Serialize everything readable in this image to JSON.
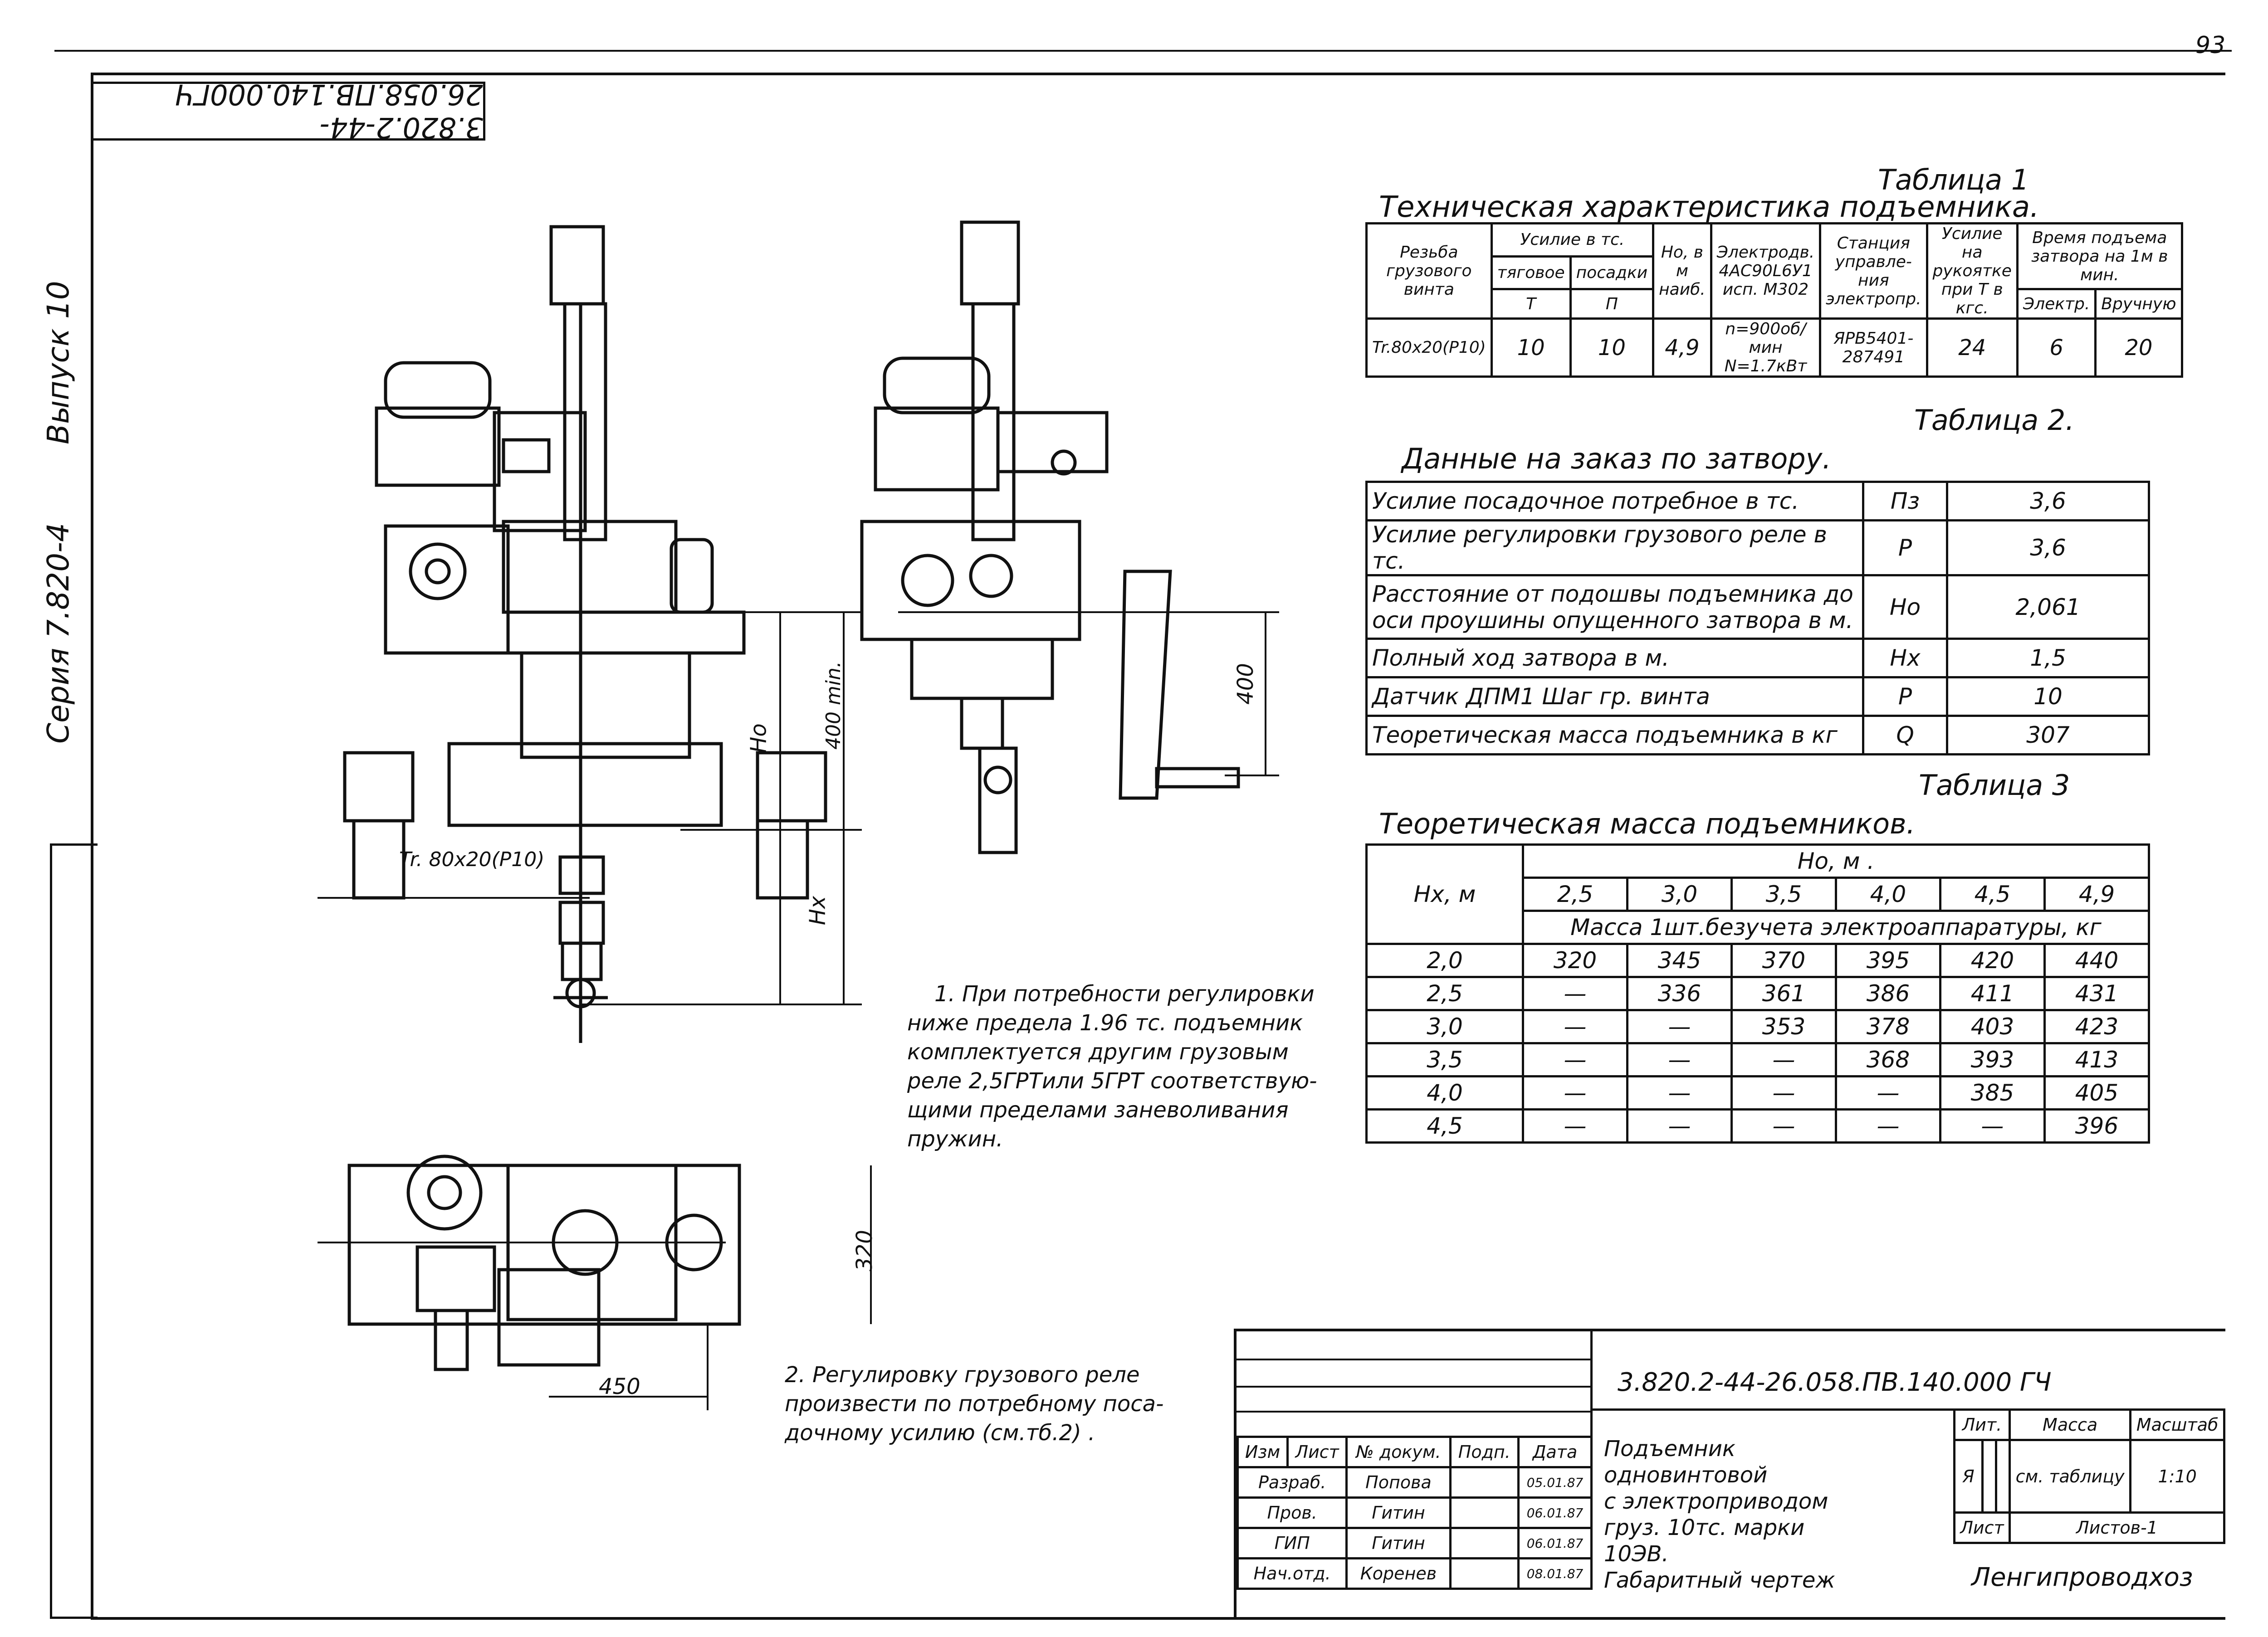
{
  "page_number": "93",
  "drawing_code_rotated": "3.820.2-44-26.058.ПВ.140.000ГЧ",
  "side_labels": {
    "series": "Серия 7.820-4",
    "issue": "Выпуск 10"
  },
  "dimensions": {
    "thread": "Tr. 80x20(P10)",
    "Ho": "Ho",
    "Hx": "Hx",
    "min400": "400 min.",
    "d400": "400",
    "d320": "320",
    "d450": "450"
  },
  "table1": {
    "number_label": "Таблица 1",
    "title": "Техническая характеристика подъемника.",
    "headers": {
      "thread": "Резьба грузового винта",
      "force": "Усилие в тс.",
      "force_tension": "тяговое",
      "force_tension_sym": "Т",
      "force_landing": "посадки",
      "force_landing_sym": "П",
      "ho": "Но, в м наиб.",
      "motor": "Электродв. 4АС90L6У1 исп. М302",
      "station": "Станция управле- ния электропр.",
      "handle": "Усилие на рукоятке при Т в кгс.",
      "time": "Время подъема затвора на 1м в мин.",
      "time_el": "Электр.",
      "time_manual": "Вручную"
    },
    "row": [
      "Tr.80x20(P10)",
      "10",
      "10",
      "4,9",
      "n=900об/мин N=1.7кВт",
      "ЯРВ5401-287491",
      "24",
      "6",
      "20"
    ]
  },
  "table2": {
    "number_label": "Таблица 2.",
    "title": "Данные на заказ по затвору.",
    "rows": [
      [
        "Усилие посадочное потребное в тс.",
        "Пз",
        "3,6"
      ],
      [
        "Усилие регулировки грузового реле в тс.",
        "Р",
        "3,6"
      ],
      [
        "Расстояние от подошвы подъемника до оси проушины опущенного затвора в м.",
        "Но",
        "2,061"
      ],
      [
        "Полный ход затвора в м.",
        "Нх",
        "1,5"
      ],
      [
        "Датчик ДПМ1   Шаг гр. винта",
        "Р",
        "10"
      ],
      [
        "Теоретическая масса подъемника в кг",
        "Q",
        "307"
      ]
    ]
  },
  "table3": {
    "number_label": "Таблица 3",
    "title": "Теоретическая масса подъемников.",
    "hx_header": "Нх, м",
    "ho_header": "Но, м .",
    "ho_values": [
      "2,5",
      "3,0",
      "3,5",
      "4,0",
      "4,5",
      "4,9"
    ],
    "subheader": "Масса 1шт.безучета электроаппаратуры, кг",
    "rows": [
      [
        "2,0",
        "320",
        "345",
        "370",
        "395",
        "420",
        "440"
      ],
      [
        "2,5",
        "—",
        "336",
        "361",
        "386",
        "411",
        "431"
      ],
      [
        "3,0",
        "—",
        "—",
        "353",
        "378",
        "403",
        "423"
      ],
      [
        "3,5",
        "—",
        "—",
        "—",
        "368",
        "393",
        "413"
      ],
      [
        "4,0",
        "—",
        "—",
        "—",
        "—",
        "385",
        "405"
      ],
      [
        "4,5",
        "—",
        "—",
        "—",
        "—",
        "—",
        "396"
      ]
    ]
  },
  "notes": {
    "note1_lines": [
      "1. При потребности регулировки",
      "ниже предела 1.96 тс. подъемник",
      "комплектуется другим грузовым",
      "реле 2,5ГРТили 5ГРТ соответствую-",
      "щими пределами заневоливания",
      "пружин."
    ],
    "note2_lines": [
      "2. Регулировку грузового реле",
      "произвести по потребному поса-",
      "дочному усилию (см.тб.2) ."
    ]
  },
  "title_block": {
    "code": "3.820.2-44-26.058.ПВ.140.000 ГЧ",
    "name_lines": [
      "Подъемник одновинтовой",
      "с электроприводом",
      "груз. 10тс. марки 10ЭВ.",
      "Габаритный чертеж"
    ],
    "headers": [
      "Изм",
      "Лист",
      "№ докум.",
      "Подп.",
      "Дата"
    ],
    "people": [
      [
        "Разраб.",
        "Попова",
        "05.01.87"
      ],
      [
        "Пров.",
        "Гитин",
        "06.01.87"
      ],
      [
        "ГИП",
        "Гитин",
        "06.01.87"
      ],
      [
        "Нач.отд.",
        "Коренев",
        "08.01.87"
      ]
    ],
    "lit_label": "Лит.",
    "lit_value": "Я",
    "mass_label": "Масса",
    "mass_value": "см. таблицу",
    "scale_label": "Масштаб",
    "scale_value": "1:10",
    "sheet_label": "Лист",
    "sheets_label": "Листов-1",
    "org": "Ленгипроводхоз"
  }
}
